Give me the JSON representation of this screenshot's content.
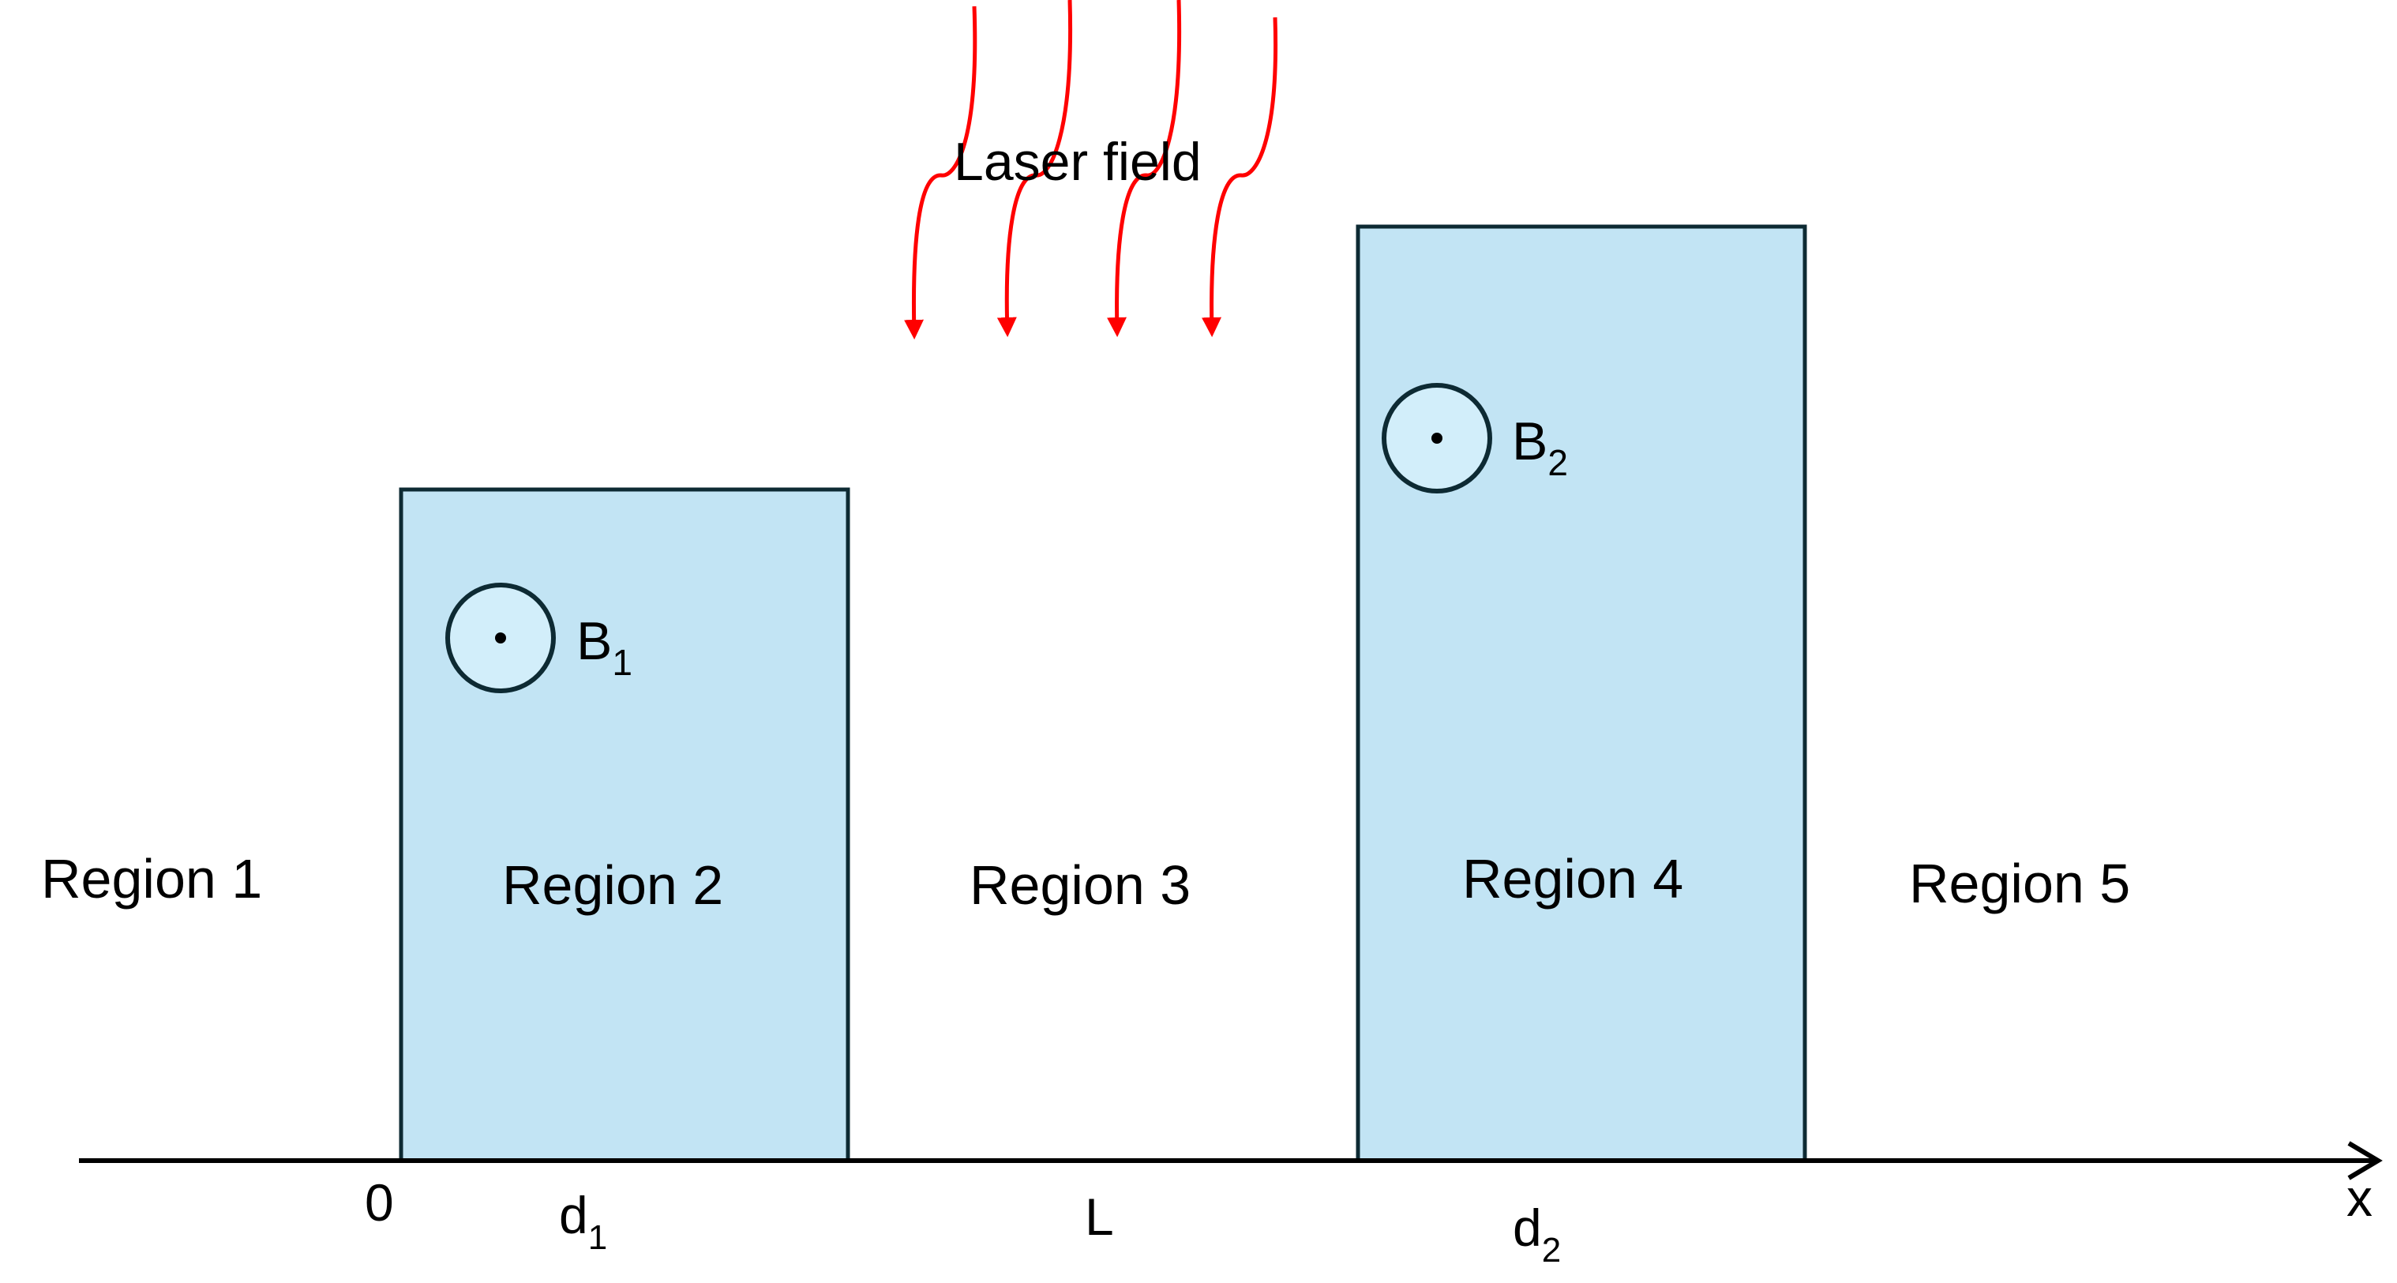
{
  "colors": {
    "barrier_fill": "#c2e4f4",
    "barrier_stroke": "#0d2a33",
    "laser": "#ff0000",
    "axis": "#000000"
  },
  "laser": {
    "label": "Laser field"
  },
  "regions": [
    {
      "label": "Region 1"
    },
    {
      "label": "Region 2"
    },
    {
      "label": "Region 3"
    },
    {
      "label": "Region 4"
    },
    {
      "label": "Region 5"
    }
  ],
  "fields": [
    {
      "label": "B",
      "subscript": "1",
      "icon": "out-of-plane-field-icon"
    },
    {
      "label": "B",
      "subscript": "2",
      "icon": "out-of-plane-field-icon"
    }
  ],
  "axis": {
    "variable": "x",
    "ticks": [
      {
        "label": "0"
      },
      {
        "label": "d",
        "subscript": "1"
      },
      {
        "label": "L"
      },
      {
        "label": "d",
        "subscript": "2"
      }
    ]
  }
}
